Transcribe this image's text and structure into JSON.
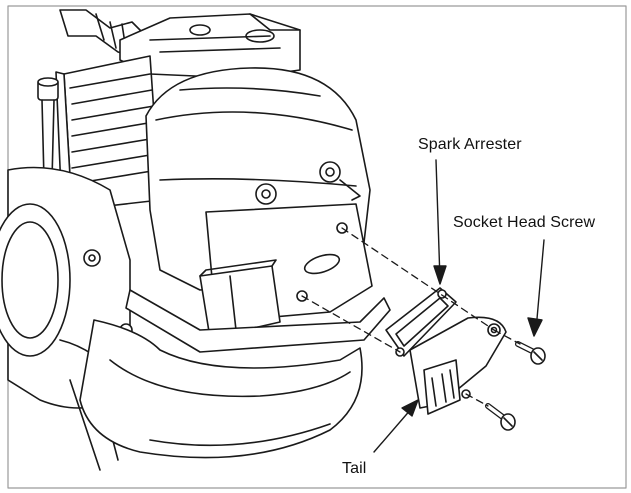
{
  "labels": {
    "spark_arrester": "Spark Arrester",
    "socket_head_screw": "Socket Head Screw",
    "tail": "Tail"
  },
  "colors": {
    "line": "#1a1a1a",
    "frame": "#9a9a9a",
    "background": "#ffffff"
  }
}
